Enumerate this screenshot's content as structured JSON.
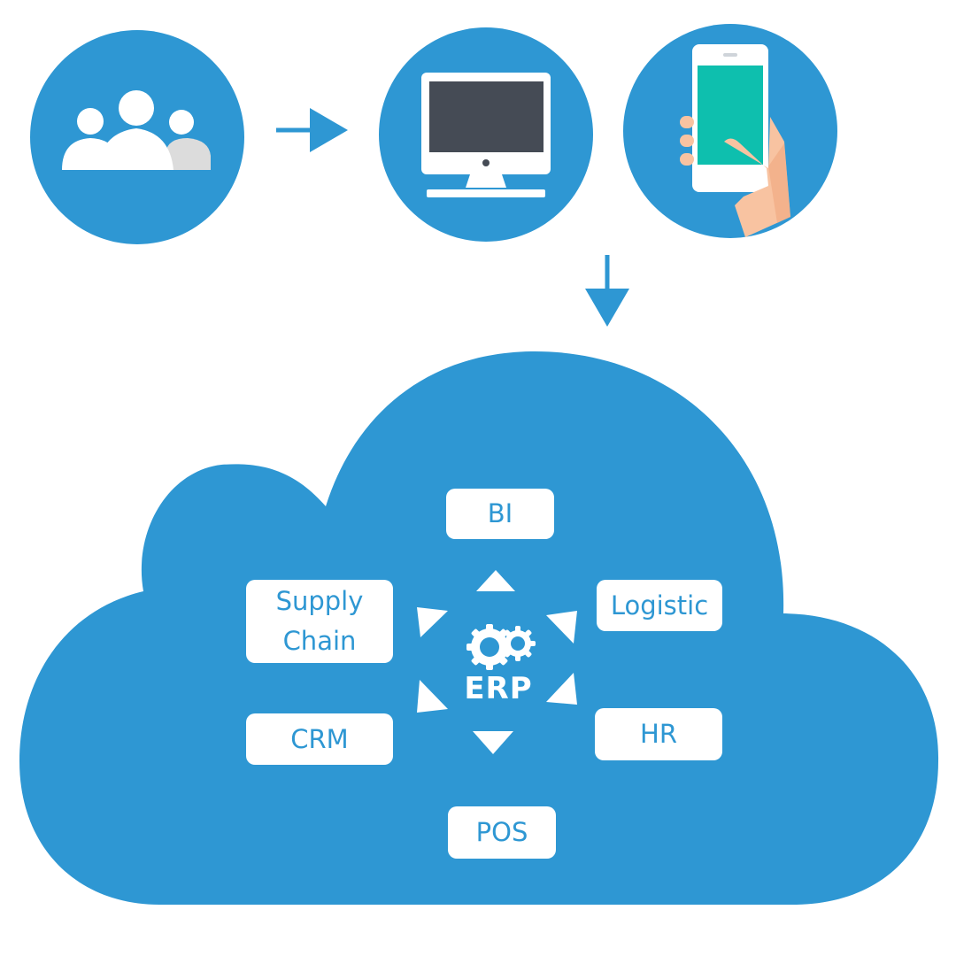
{
  "colors": {
    "brand_blue": "#2e97d3",
    "white": "#ffffff",
    "screen_dark": "#454b55",
    "phone_screen": "#0ebfae",
    "skin": "#f8c3a1",
    "skin_shadow": "#f0a77e",
    "gray_person": "#dcdcdc"
  },
  "icons": [
    "users-icon",
    "arrow-right-icon",
    "desktop-computer-icon",
    "smartphone-in-hand-icon",
    "arrow-down-icon",
    "cloud-icon",
    "gears-icon"
  ],
  "erp": {
    "label": "ERP"
  },
  "modules": {
    "bi": "BI",
    "logistic": "Logistic",
    "hr": "HR",
    "pos": "POS",
    "crm": "CRM",
    "supply_chain": "Supply\nChain"
  }
}
